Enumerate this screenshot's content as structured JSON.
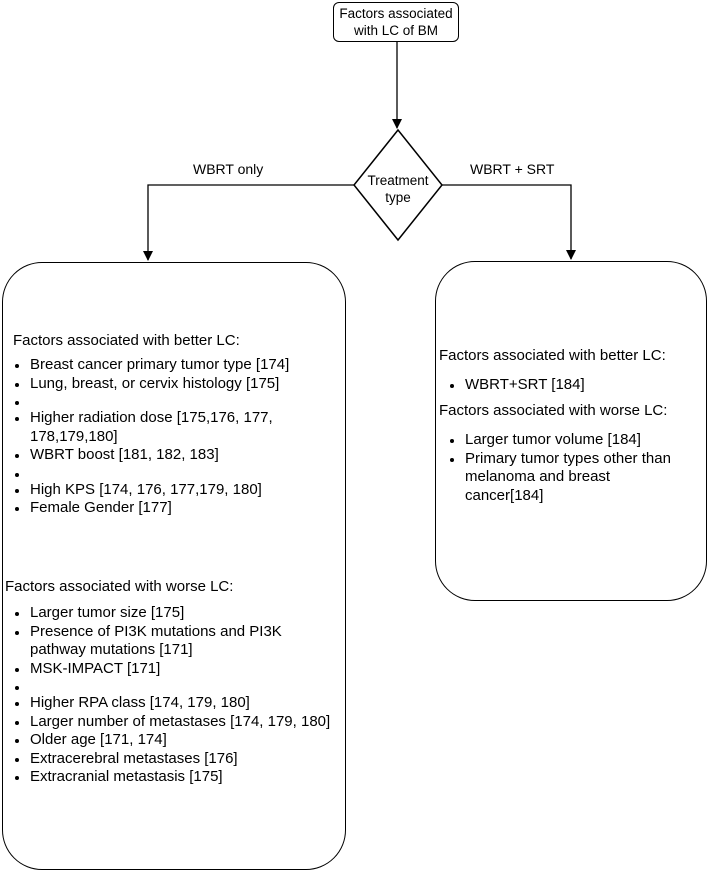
{
  "root": {
    "line1": "Factors associated",
    "line2": "with LC of BM"
  },
  "decision": {
    "line1": "Treatment",
    "line2": "type"
  },
  "edges": {
    "left": "WBRT only",
    "right": "WBRT + SRT"
  },
  "left_panel": {
    "better_heading": "Factors associated with better LC:",
    "better_group1": [
      "Breast cancer primary tumor type [174]",
      "Lung, breast, or cervix histology [175]"
    ],
    "better_group2": [
      "Higher radiation dose [175,176, 177, 178,179,180]",
      "WBRT boost [181, 182, 183]"
    ],
    "better_group3": [
      "High KPS [174, 176, 177,179, 180]",
      "Female Gender [177]"
    ],
    "worse_heading": "Factors associated with worse LC:",
    "worse_group1": [
      "Larger tumor size [175]",
      "Presence of PI3K mutations and PI3K pathway mutations [171]",
      "MSK-IMPACT [171]"
    ],
    "worse_group2": [
      "Higher RPA class [174, 179, 180]",
      "Larger number of metastases [174, 179, 180]",
      "Older age [171, 174]",
      "Extracerebral metastases [176]",
      "Extracranial metastasis [175]"
    ]
  },
  "right_panel": {
    "better_heading": "Factors associated with better LC:",
    "better_items": [
      "WBRT+SRT [184]"
    ],
    "worse_heading": "Factors associated with worse LC:",
    "worse_items": [
      "Larger tumor volume [184]",
      "Primary tumor types other than melanoma and breast cancer[184]"
    ]
  }
}
